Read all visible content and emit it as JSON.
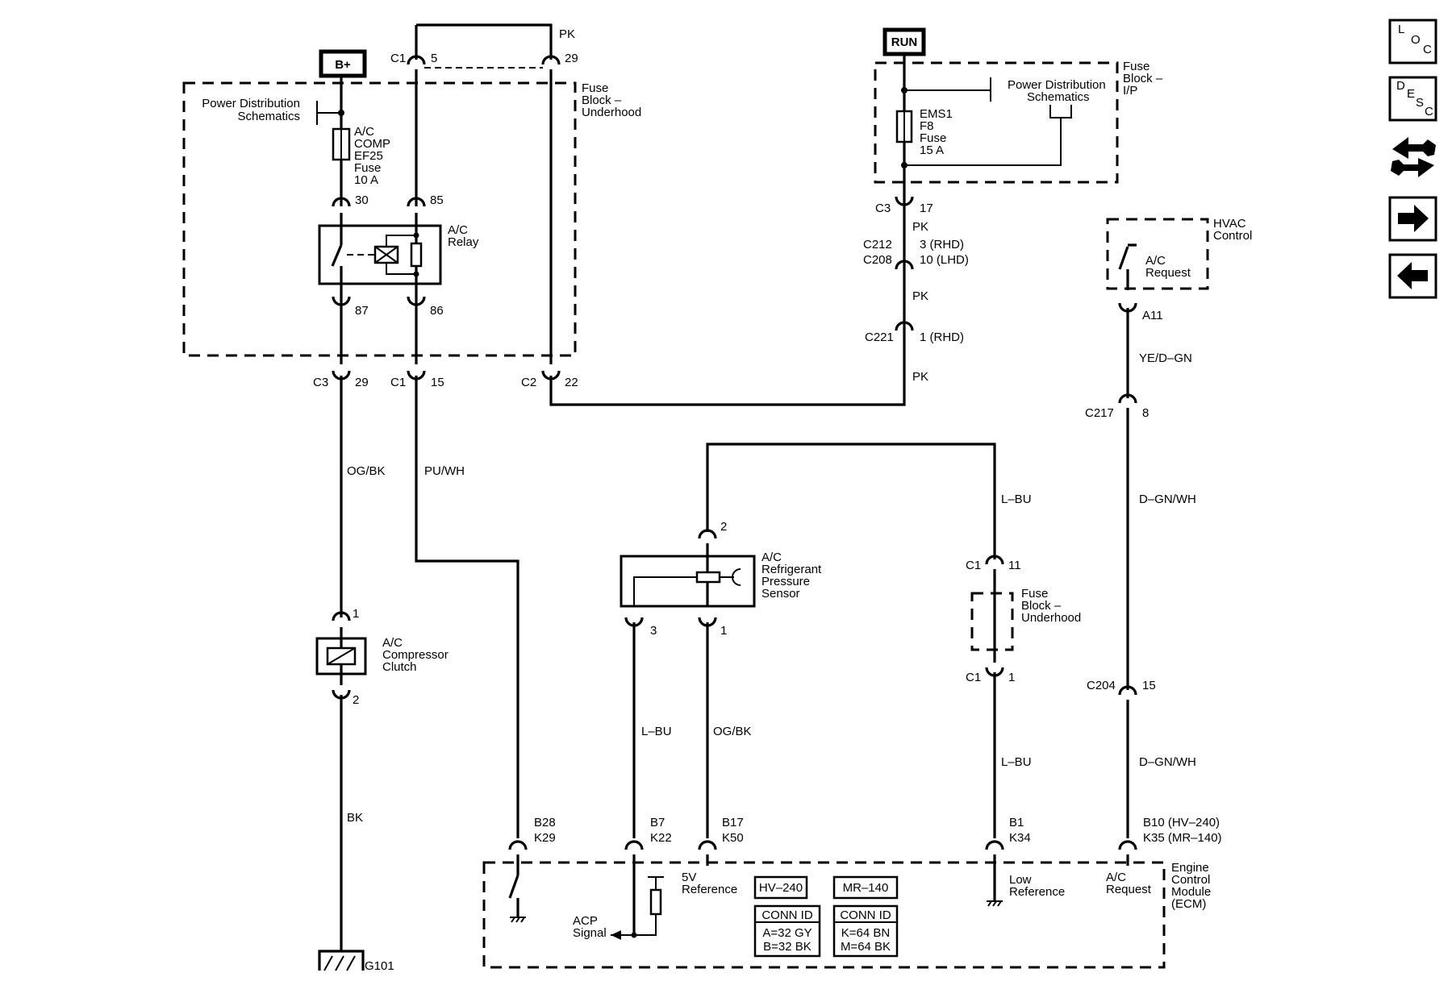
{
  "power": {
    "bplus": "B+",
    "run": "RUN"
  },
  "underhood_fuse_block": {
    "title": [
      "Fuse",
      "Block –",
      "Underhood"
    ],
    "pds": [
      "Power Distribution",
      "Schematics"
    ],
    "fuse": [
      "A/C",
      "COMP",
      "EF25",
      "Fuse",
      "10 A"
    ],
    "relay_label": [
      "A/C",
      "Relay"
    ],
    "top_conn": "C1",
    "top_pin_a": "5",
    "top_pin_b": "29",
    "top_wire": "PK",
    "pin30": "30",
    "pin85": "85",
    "pin87": "87",
    "pin86": "86",
    "out1_conn": "C3",
    "out1_pin": "29",
    "out2_conn": "C1",
    "out2_pin": "15",
    "out3_conn": "C2",
    "out3_pin": "22"
  },
  "ip_fuse_block": {
    "title": [
      "Fuse",
      "Block –",
      "I/P"
    ],
    "pds": [
      "Power Distribution",
      "Schematics"
    ],
    "fuse": [
      "EMS1",
      "F8",
      "Fuse",
      "15 A"
    ],
    "conn": "C3",
    "pin": "17"
  },
  "run_circuit": {
    "wire1": "PK",
    "c212": "C212",
    "c208": "C208",
    "pin_rhd": "3 (RHD)",
    "pin_lhd": "10 (LHD)",
    "wire2": "PK",
    "c221": "C221",
    "c221_pin": "1 (RHD)",
    "wire3": "PK"
  },
  "compressor": {
    "wire1": "OG/BK",
    "pin1": "1",
    "label": [
      "A/C",
      "Compressor",
      "Clutch"
    ],
    "pin2": "2",
    "wire2": "BK",
    "ground": "G101"
  },
  "relay_control": {
    "wire": "PU/WH"
  },
  "pressure_sensor": {
    "label": [
      "A/C",
      "Refrigerant",
      "Pressure",
      "Sensor"
    ],
    "pin2": "2",
    "pin3": "3",
    "pin1": "1",
    "wire_pin3": "L–BU",
    "wire_pin1": "OG/BK"
  },
  "low_ref": {
    "wire1": "L–BU",
    "c1_top": "C1",
    "c1_top_pin": "11",
    "fuse_block": [
      "Fuse",
      "Block –",
      "Underhood"
    ],
    "c1_bot": "C1",
    "c1_bot_pin": "1",
    "wire2": "L–BU"
  },
  "hvac": {
    "title": [
      "HVAC",
      "Control"
    ],
    "switch": [
      "A/C",
      "Request"
    ],
    "pin": "A11",
    "wire1": "YE/D–GN",
    "c217": "C217",
    "c217_pin": "8",
    "wire2": "D–GN/WH",
    "c204": "C204",
    "c204_pin": "15",
    "wire3": "D–GN/WH"
  },
  "ecm": {
    "title": [
      "Engine",
      "Control",
      "Module",
      "(ECM)"
    ],
    "pins_relay": [
      "B28",
      "K29"
    ],
    "pins_acp": [
      "B7",
      "K22"
    ],
    "pins_5v": [
      "B17",
      "K50"
    ],
    "pins_lowref": [
      "B1",
      "K34"
    ],
    "pins_req": [
      "B10 (HV–240)",
      "K35 (MR–140)"
    ],
    "ref5v": [
      "5V",
      "Reference"
    ],
    "acp": [
      "ACP",
      "Signal"
    ],
    "lowref": [
      "Low",
      "Reference"
    ],
    "acreq": [
      "A/C",
      "Request"
    ],
    "hv240": "HV–240",
    "mr140": "MR–140",
    "connid_left": [
      "CONN ID",
      "A=32 GY",
      "B=32 BK"
    ],
    "connid_right": [
      "CONN ID",
      "K=64 BN",
      "M=64 BK"
    ]
  },
  "nav": {
    "loc": [
      "L",
      "O",
      "C"
    ],
    "desc": [
      "D",
      "E",
      "S",
      "C"
    ]
  }
}
